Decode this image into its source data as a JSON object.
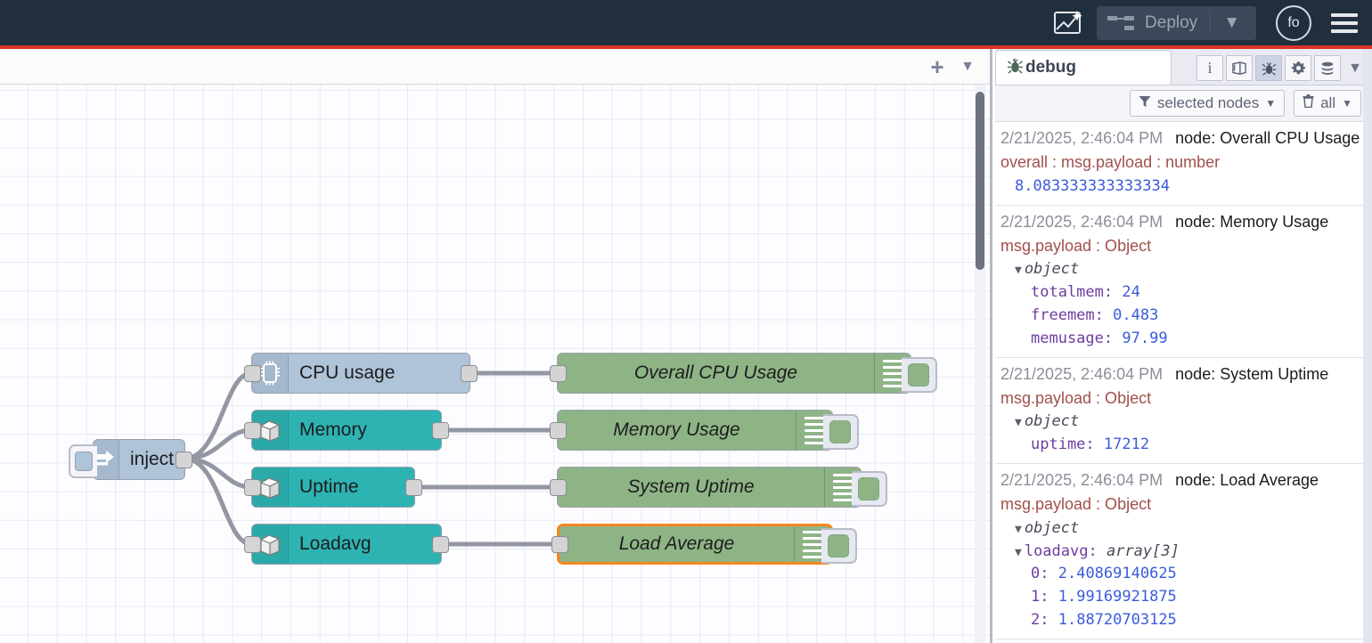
{
  "header": {
    "magic_icon": "ai-sparkle-icon",
    "deploy_label": "Deploy",
    "deploy_caret": "▼",
    "user_initials": "fo",
    "menu_icon": "hamburger-icon",
    "accent_color": "#D9342B",
    "bar_color": "#212E3E"
  },
  "workspace": {
    "tabbar": {
      "add_label": "+",
      "menu_caret": "▼"
    },
    "nodes": [
      {
        "name": "inject",
        "label": "inject",
        "type": "inject",
        "color": "#AFC3D9",
        "icon": "arrow-right-icon"
      },
      {
        "name": "cpu-usage",
        "label": "CPU usage",
        "type": "function",
        "color": "#AFC3D9",
        "icon": "cpu-chip-icon"
      },
      {
        "name": "memory",
        "label": "Memory",
        "type": "function",
        "color": "#2EB3B3",
        "icon": "server-box-icon"
      },
      {
        "name": "uptime",
        "label": "Uptime",
        "type": "function",
        "color": "#2EB3B3",
        "icon": "server-box-icon"
      },
      {
        "name": "loadavg",
        "label": "Loadavg",
        "type": "function",
        "color": "#2EB3B3",
        "icon": "server-box-icon"
      }
    ],
    "debug_nodes": [
      {
        "name": "overall-cpu-usage",
        "label": "Overall CPU Usage",
        "color": "#8EB486",
        "selected": false
      },
      {
        "name": "memory-usage",
        "label": "Memory Usage",
        "color": "#8EB486",
        "selected": false
      },
      {
        "name": "system-uptime",
        "label": "System Uptime",
        "color": "#8EB486",
        "selected": false
      },
      {
        "name": "load-average",
        "label": "Load Average",
        "color": "#8EB486",
        "selected": true
      }
    ],
    "selection_color": "#F5861F"
  },
  "sidebar": {
    "tab_label": "debug",
    "tab_icon": "bug-icon",
    "icons": [
      {
        "name": "info-icon",
        "glyph": "i",
        "active": false
      },
      {
        "name": "book-icon",
        "glyph": "📕",
        "active": false
      },
      {
        "name": "bug-icon",
        "glyph": "bug",
        "active": true
      },
      {
        "name": "gear-icon",
        "glyph": "⚙",
        "active": false
      },
      {
        "name": "database-icon",
        "glyph": "db",
        "active": false
      }
    ],
    "dropdown_caret": "▼",
    "filter": {
      "label": "selected nodes",
      "icon": "funnel-icon",
      "caret": "▼"
    },
    "clear": {
      "label": "all",
      "icon": "trash-icon",
      "caret": "▼"
    },
    "messages": [
      {
        "timestamp": "2/21/2025, 2:46:04 PM",
        "node": "node: Overall CPU Usage",
        "property": "overall : msg.payload : number",
        "kind": "number",
        "value": "8.083333333333334"
      },
      {
        "timestamp": "2/21/2025, 2:46:04 PM",
        "node": "node: Memory Usage",
        "property": "msg.payload : Object",
        "kind": "object",
        "root": "object",
        "entries": [
          {
            "key": "totalmem",
            "value": "24"
          },
          {
            "key": "freemem",
            "value": "0.483"
          },
          {
            "key": "memusage",
            "value": "97.99"
          }
        ]
      },
      {
        "timestamp": "2/21/2025, 2:46:04 PM",
        "node": "node: System Uptime",
        "property": "msg.payload : Object",
        "kind": "object",
        "root": "object",
        "entries": [
          {
            "key": "uptime",
            "value": "17212"
          }
        ]
      },
      {
        "timestamp": "2/21/2025, 2:46:04 PM",
        "node": "node: Load Average",
        "property": "msg.payload : Object",
        "kind": "array",
        "root": "object",
        "array_key": "loadavg",
        "array_type": "array[3]",
        "items": [
          {
            "key": "0",
            "value": "2.40869140625"
          },
          {
            "key": "1",
            "value": "1.99169921875"
          },
          {
            "key": "2",
            "value": "1.88720703125"
          }
        ]
      }
    ]
  }
}
